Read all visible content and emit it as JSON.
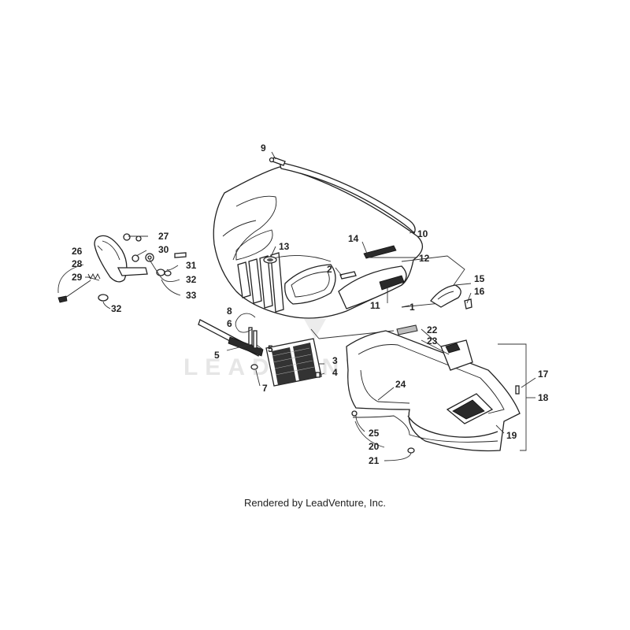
{
  "watermark": "LEADVENTURE",
  "credit": "Rendered by LeadVenture, Inc.",
  "callouts": [
    {
      "id": "1",
      "label": "1"
    },
    {
      "id": "2",
      "label": "2"
    },
    {
      "id": "3",
      "label": "3"
    },
    {
      "id": "4",
      "label": "4"
    },
    {
      "id": "5a",
      "label": "5"
    },
    {
      "id": "5b",
      "label": "5"
    },
    {
      "id": "6",
      "label": "6"
    },
    {
      "id": "7",
      "label": "7"
    },
    {
      "id": "8",
      "label": "8"
    },
    {
      "id": "9",
      "label": "9"
    },
    {
      "id": "10",
      "label": "10"
    },
    {
      "id": "11",
      "label": "11"
    },
    {
      "id": "12",
      "label": "12"
    },
    {
      "id": "13",
      "label": "13"
    },
    {
      "id": "14",
      "label": "14"
    },
    {
      "id": "15",
      "label": "15"
    },
    {
      "id": "16",
      "label": "16"
    },
    {
      "id": "17",
      "label": "17"
    },
    {
      "id": "18",
      "label": "18"
    },
    {
      "id": "19",
      "label": "19"
    },
    {
      "id": "20",
      "label": "20"
    },
    {
      "id": "21",
      "label": "21"
    },
    {
      "id": "22",
      "label": "22"
    },
    {
      "id": "23",
      "label": "23"
    },
    {
      "id": "24",
      "label": "24"
    },
    {
      "id": "25",
      "label": "25"
    },
    {
      "id": "26",
      "label": "26"
    },
    {
      "id": "27",
      "label": "27"
    },
    {
      "id": "28",
      "label": "28"
    },
    {
      "id": "29",
      "label": "29"
    },
    {
      "id": "30",
      "label": "30"
    },
    {
      "id": "31",
      "label": "31"
    },
    {
      "id": "32a",
      "label": "32"
    },
    {
      "id": "32b",
      "label": "32"
    },
    {
      "id": "33",
      "label": "33"
    }
  ]
}
